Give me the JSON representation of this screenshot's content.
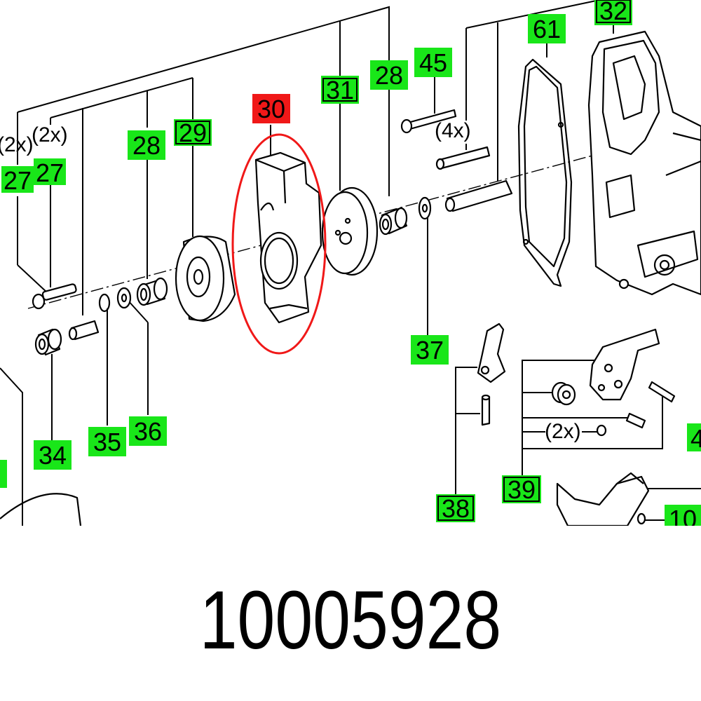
{
  "colors": {
    "label_green": "#19e619",
    "highlight_red": "#f01818",
    "line": "#000000",
    "background": "#ffffff"
  },
  "labels": [
    {
      "id": "27a",
      "text": "27",
      "boxed": false,
      "highlighted": false
    },
    {
      "id": "27b",
      "text": "27",
      "boxed": false,
      "highlighted": false
    },
    {
      "id": "28a",
      "text": "28",
      "boxed": false,
      "highlighted": false
    },
    {
      "id": "29",
      "text": "29",
      "boxed": true,
      "highlighted": false
    },
    {
      "id": "30",
      "text": "30",
      "boxed": false,
      "highlighted": true
    },
    {
      "id": "31",
      "text": "31",
      "boxed": true,
      "highlighted": false
    },
    {
      "id": "28b",
      "text": "28",
      "boxed": false,
      "highlighted": false
    },
    {
      "id": "45",
      "text": "45",
      "boxed": false,
      "highlighted": false
    },
    {
      "id": "61",
      "text": "61",
      "boxed": false,
      "highlighted": false
    },
    {
      "id": "32",
      "text": "32",
      "boxed": true,
      "highlighted": false
    },
    {
      "id": "34",
      "text": "34",
      "boxed": false,
      "highlighted": false
    },
    {
      "id": "35",
      "text": "35",
      "boxed": false,
      "highlighted": false
    },
    {
      "id": "36",
      "text": "36",
      "boxed": false,
      "highlighted": false
    },
    {
      "id": "37",
      "text": "37",
      "boxed": false,
      "highlighted": false
    },
    {
      "id": "38",
      "text": "38",
      "boxed": true,
      "highlighted": false
    },
    {
      "id": "39",
      "text": "39",
      "boxed": true,
      "highlighted": false
    },
    {
      "id": "10",
      "text": "10",
      "boxed": false,
      "highlighted": false
    },
    {
      "id": "4",
      "text": "4",
      "boxed": false,
      "highlighted": false
    }
  ],
  "quantities": {
    "q27a": "(2x)",
    "q27b": "(2x)",
    "q45": "(4x)",
    "q39": "(2x)"
  },
  "part_number": "10005928",
  "highlighted_part": "30"
}
